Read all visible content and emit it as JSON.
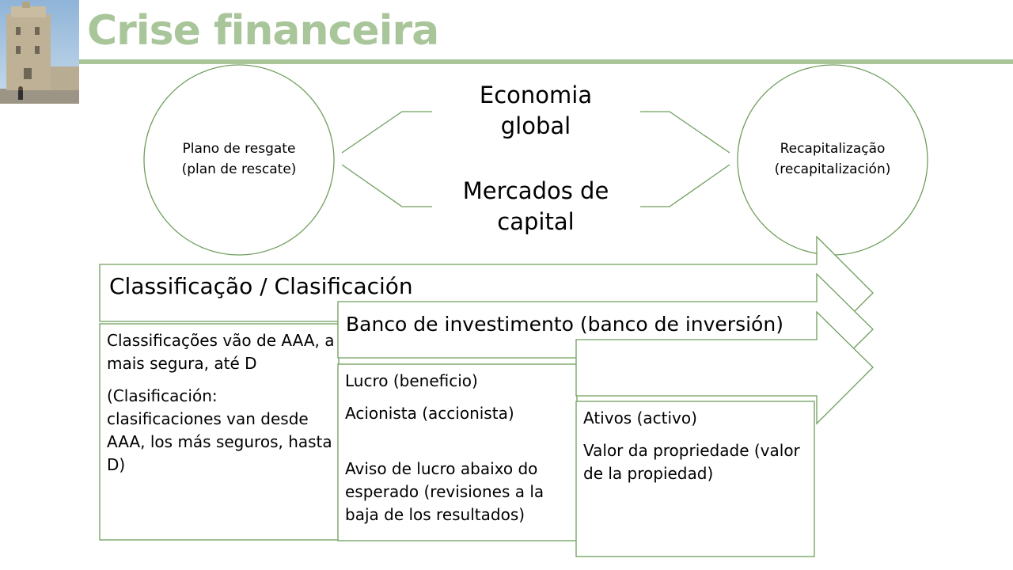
{
  "slide": {
    "title": "Crise financeira"
  },
  "colors": {
    "accent": "#a9c69a",
    "outline": "#6f9e5c"
  },
  "top": {
    "left_circle": {
      "line1": "Plano de resgate",
      "line2": "(plan de rescate)"
    },
    "right_circle": {
      "line1": "Recapitalização",
      "line2": "(recapitalización)"
    },
    "center_top": {
      "line1": "Economia",
      "line2": "global"
    },
    "center_bottom": {
      "line1": "Mercados de",
      "line2": "capital"
    }
  },
  "process": {
    "step1": {
      "header": "Classificação / Clasificación",
      "body": [
        "Classificações vão de AAA, a mais segura, até D",
        "(Clasificación: clasificaciones van desde AAA, los más seguros, hasta D)"
      ]
    },
    "step2": {
      "header": "Banco de investimento (banco de inversión)",
      "body": [
        "Lucro (beneficio)",
        "Acionista (accionista)",
        "Aviso de lucro abaixo do esperado (revisiones a la baja de los resultados)"
      ]
    },
    "step3": {
      "header": "",
      "body": [
        "Ativos (activo)",
        "Valor da propriedade (valor de la propiedad)"
      ]
    }
  }
}
